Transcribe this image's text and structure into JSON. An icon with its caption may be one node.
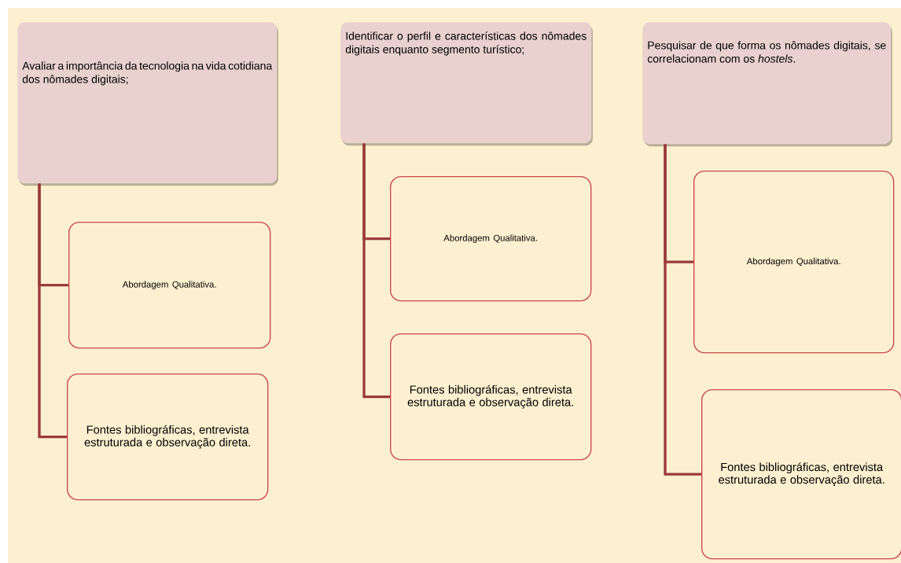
{
  "diagram": {
    "nodes": [
      {
        "text": [
          "Avaliar a importância da tecnologia na vida cotidiana dos nômades digitais;"
        ]
      },
      {
        "text": [
          "Abordagem Qualitativa."
        ]
      },
      {
        "text": [
          "Fontes bibliográficas, entrevista estruturada e observação direta."
        ]
      },
      {
        "text": [
          "Identificar o perfil e características dos nômades digitais enquanto segmento turístico;"
        ]
      },
      {
        "text": [
          "Abordagem Qualitativa."
        ]
      },
      {
        "text": [
          "Fontes bibliográficas, entrevista estruturada e observação direta."
        ]
      },
      {
        "text": [
          "Pesquisar de que forma os nômades digitais, se correlacionam com os *hostels*."
        ]
      },
      {
        "text": [
          "Abordagem Qualitativa."
        ]
      },
      {
        "text": [
          "Fontes bibliográficas, entrevista estruturada e observação direta."
        ]
      }
    ],
    "edges": [
      {
        "from": 0,
        "to": 1,
        "arrow": "none"
      },
      {
        "from": 0,
        "to": 2,
        "arrow": "none"
      },
      {
        "from": 3,
        "to": 4,
        "arrow": "none"
      },
      {
        "from": 3,
        "to": 5,
        "arrow": "none"
      },
      {
        "from": 6,
        "to": 7,
        "arrow": "none"
      },
      {
        "from": 6,
        "to": 8,
        "arrow": "none"
      }
    ]
  }
}
